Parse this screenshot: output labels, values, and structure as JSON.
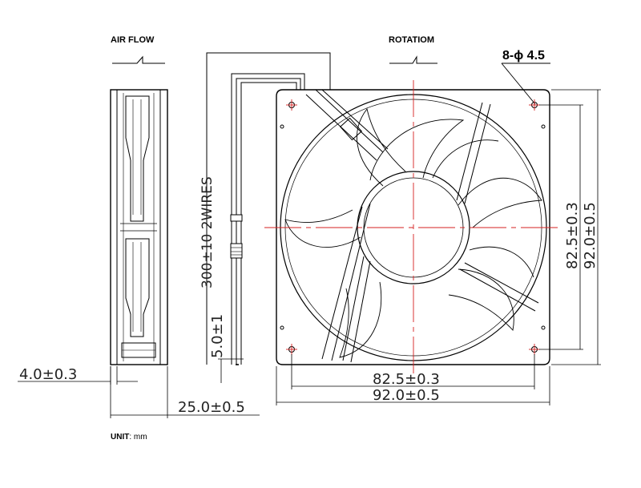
{
  "labels": {
    "air_flow": "AIR FLOW",
    "rotation": "ROTATIOM",
    "holes": "8-ϕ 4.5",
    "wire_spec": "300±10  2WIRES",
    "wire_tip": "5.0±1",
    "flange_thickness": "4.0±0.3",
    "fan_depth": "25.0±0.5",
    "hole_pitch_h": "82.5±0.3",
    "frame_width": "92.0±0.5",
    "hole_pitch_v": "82.5±0.3",
    "frame_height": "92.0±0.5",
    "unit_key": "UNIT",
    "unit_value": ": mm"
  },
  "colors": {
    "line": "#000000",
    "centerline": "#d62020",
    "dim_text": "#222222"
  }
}
